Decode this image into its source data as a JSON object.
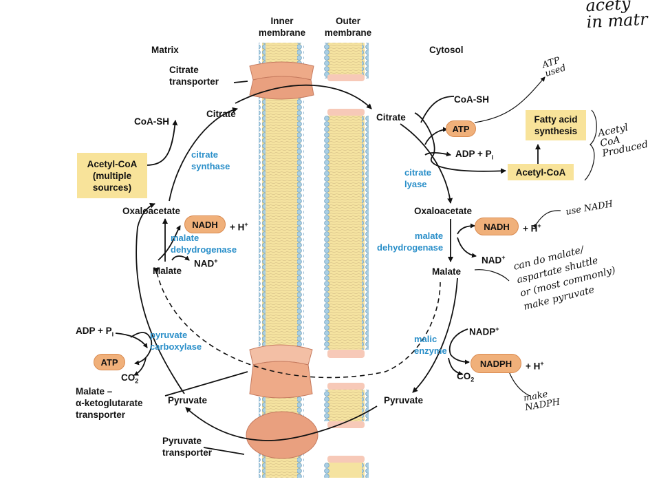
{
  "membranes": {
    "inner_title": "Inner\nmembrane",
    "outer_title": "Outer\nmembrane",
    "matrix": "Matrix",
    "cytosol": "Cytosol"
  },
  "transporters": {
    "citrate": "Citrate\ntransporter",
    "malate_akg": "Malate –\nα-ketoglutarate\ntransporter",
    "pyruvate": "Pyruvate\ntransporter"
  },
  "matrix": {
    "citrate": "Citrate",
    "coash": "CoA-SH",
    "acetylcoa": "Acetyl-CoA\n(multiple\nsources)",
    "citrate_synthase": "citrate\nsynthase",
    "oxaloacetate": "Oxaloacetate",
    "nadh": "NADH",
    "nadh_h": "+ H",
    "malate_dh": "malate\ndehydrogenase",
    "nad": "NAD",
    "malate": "Malate",
    "adp_pi": "ADP + P",
    "atp": "ATP",
    "pyruvate_carboxylase": "pyruvate\ncarboxylase",
    "co2": "CO",
    "pyruvate": "Pyruvate"
  },
  "cytosol": {
    "citrate": "Citrate",
    "coash": "CoA-SH",
    "atp": "ATP",
    "adp_pi": "ADP + P",
    "fatty_acid": "Fatty acid\nsynthesis",
    "acetylcoa": "Acetyl-CoA",
    "citrate_lyase": "citrate\nlyase",
    "oxaloacetate": "Oxaloacetate",
    "nadh": "NADH",
    "nadh_h": "+ H",
    "malate_dh": "malate\ndehydrogenase",
    "nad": "NAD",
    "malate": "Malate",
    "nadp": "NADP",
    "malic_enzyme": "malic\nenzyme",
    "nadph": "NADPH",
    "nadph_h": "+ H",
    "co2": "CO",
    "pyruvate": "Pyruvate"
  },
  "handwritten": {
    "top_right": "acety\nin matr",
    "atp_used": "ATP\nused",
    "acetyl_coa_produced": "Acetyl\nCoA\nProduced",
    "use_nadh": "use NADH",
    "malate_note": "can do malate/\naspartate shuttle\nor (most commonly)\nmake pyruvate",
    "make_nadph": "make\nNADPH"
  },
  "colors": {
    "membrane_fill": "#f5e3a0",
    "head_bead": "#a9cfe4",
    "transporter": "#eeaa88",
    "metabolite_pill": "#f0b07a",
    "highlight_box": "#f8e39a",
    "enzyme_text": "#2a8fc9"
  }
}
